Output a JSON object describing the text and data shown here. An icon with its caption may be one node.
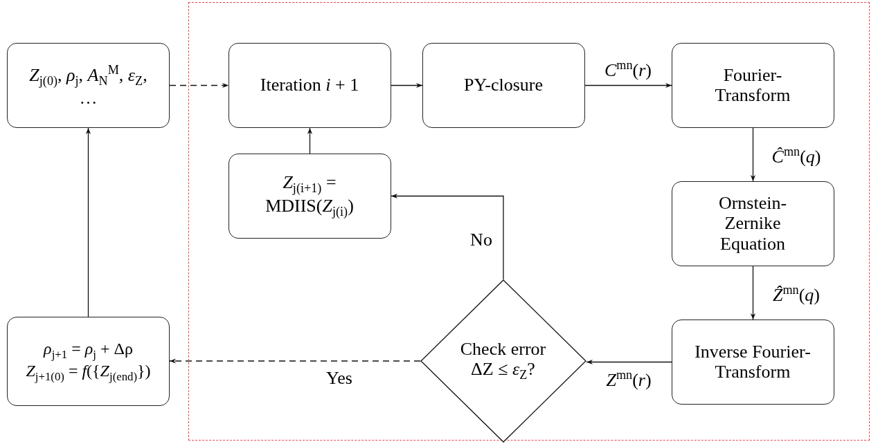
{
  "diagram": {
    "nodes": [
      {
        "text": [],
        "shape": "box"
      },
      {
        "text": [
          "*Z*$_{j(0)}$, *ρ*$_{j}$, *A*$_{N}$$^{M}$, *ε*$_{Z}$, …"
        ]
      },
      {
        "text": [
          "Iteration *i* + 1"
        ],
        "in": 0
      },
      {
        "text": [
          "PY-closure"
        ],
        "in": 0
      },
      {
        "text": [
          "Fourier-Transform"
        ],
        "in": 0
      },
      {
        "text": [
          "*Z*$_{j(i+1)}$ = MDIIS(*Z*$_{j(i)}$)"
        ],
        "in": 0
      },
      {
        "text": [
          "Ornstein-Zernike Equation"
        ],
        "in": 0
      },
      {
        "text": [
          "Check error ΔZ ≤ *ε*$_{Z}$?"
        ],
        "in": 0
      },
      {
        "text": [
          "Inverse Fourier-Transform"
        ],
        "in": 0
      },
      {
        "text": [
          "*ρ*$_{j+1}$ = *ρ*$_{j}$ + Δρ *Z*$_{j+1(0)}$ = *f*({*Z*$_{j(end)}$})"
        ]
      }
    ],
    "edges": [
      {
        "from": 1,
        "to": 2,
        "arrow": "to",
        "style": "dashed"
      },
      {
        "from": 2,
        "to": 3,
        "arrow": "to"
      },
      {
        "from": 3,
        "to": 4,
        "arrow": "to",
        "label": "*C*$^{mn}$(*r*)"
      },
      {
        "from": 4,
        "to": 6,
        "arrow": "to",
        "label": "*Ĉ*$^{mn}$(*q*)"
      },
      {
        "from": 6,
        "to": 8,
        "arrow": "to",
        "label": "*Ẑ*$^{mn}$(*q*)"
      },
      {
        "from": 8,
        "to": 7,
        "arrow": "to",
        "label": "*Z*$^{mn}$(*r*)"
      },
      {
        "from": 7,
        "to": 5,
        "arrow": "to",
        "label": "No"
      },
      {
        "from": 5,
        "to": 2,
        "arrow": "to"
      },
      {
        "from": 7,
        "to": 9,
        "arrow": "to",
        "style": "dashed",
        "label": "Yes"
      },
      {
        "from": 9,
        "to": 1,
        "arrow": "to"
      }
    ]
  }
}
